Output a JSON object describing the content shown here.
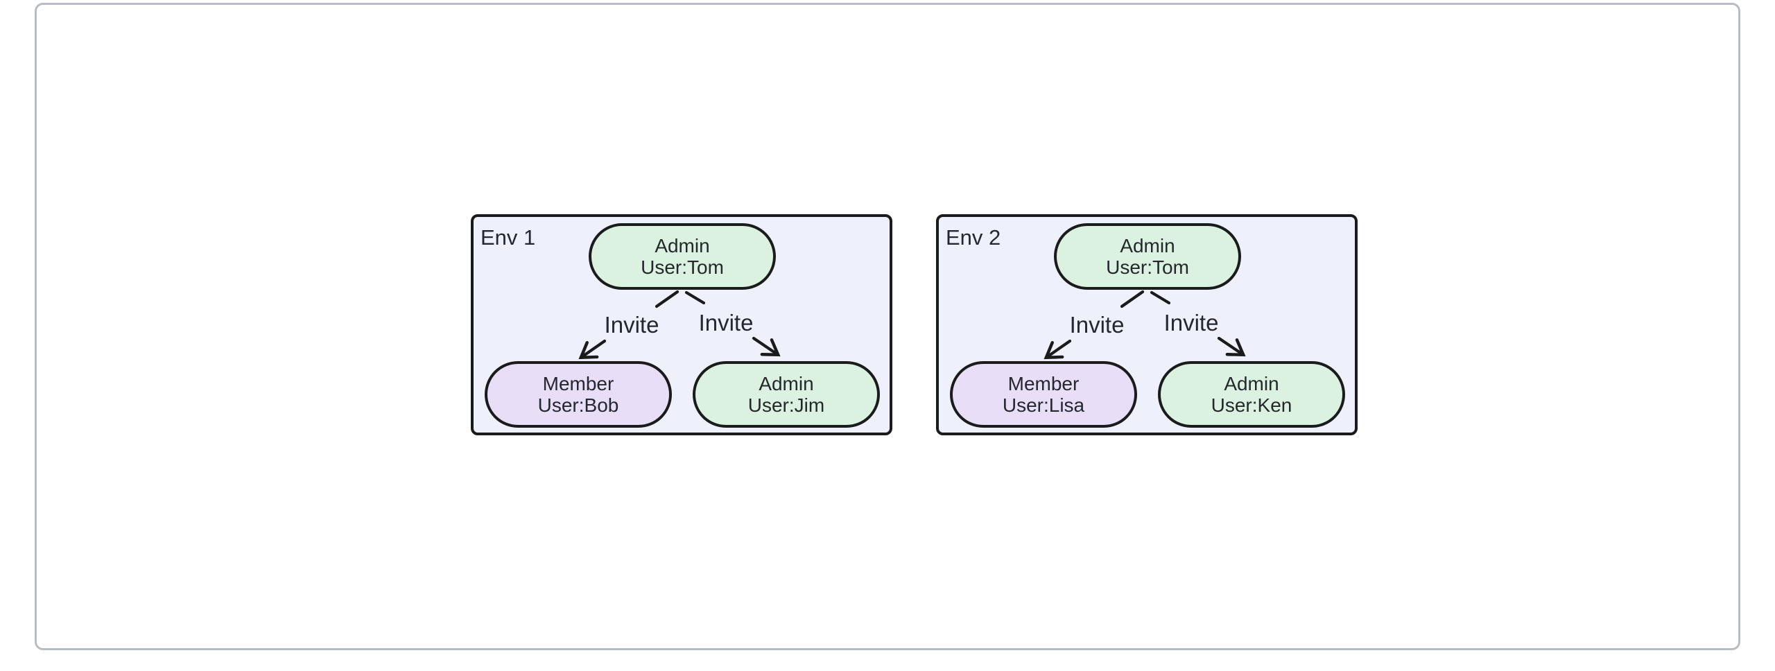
{
  "diagram": {
    "type": "flowchart",
    "colors": {
      "frame_border": "#b6bdc5",
      "subgraph_fill": "#eef0fc",
      "admin_fill": "#dcf2e0",
      "member_fill": "#e8def7",
      "stroke": "#1b1b1b",
      "text": "#24282d"
    },
    "envs": [
      {
        "label": "Env 1",
        "nodes": [
          {
            "role": "Admin",
            "user": "User:Tom",
            "type": "admin"
          },
          {
            "role": "Member",
            "user": "User:Bob",
            "type": "member"
          },
          {
            "role": "Admin",
            "user": "User:Jim",
            "type": "admin"
          }
        ],
        "edges": [
          {
            "label": "Invite",
            "from": "Admin User:Tom",
            "to": "Member User:Bob"
          },
          {
            "label": "Invite",
            "from": "Admin User:Tom",
            "to": "Admin User:Jim"
          }
        ]
      },
      {
        "label": "Env 2",
        "nodes": [
          {
            "role": "Admin",
            "user": "User:Tom",
            "type": "admin"
          },
          {
            "role": "Member",
            "user": "User:Lisa",
            "type": "member"
          },
          {
            "role": "Admin",
            "user": "User:Ken",
            "type": "admin"
          }
        ],
        "edges": [
          {
            "label": "Invite",
            "from": "Admin User:Tom",
            "to": "Member User:Lisa"
          },
          {
            "label": "Invite",
            "from": "Admin User:Tom",
            "to": "Admin User:Ken"
          }
        ]
      }
    ]
  }
}
